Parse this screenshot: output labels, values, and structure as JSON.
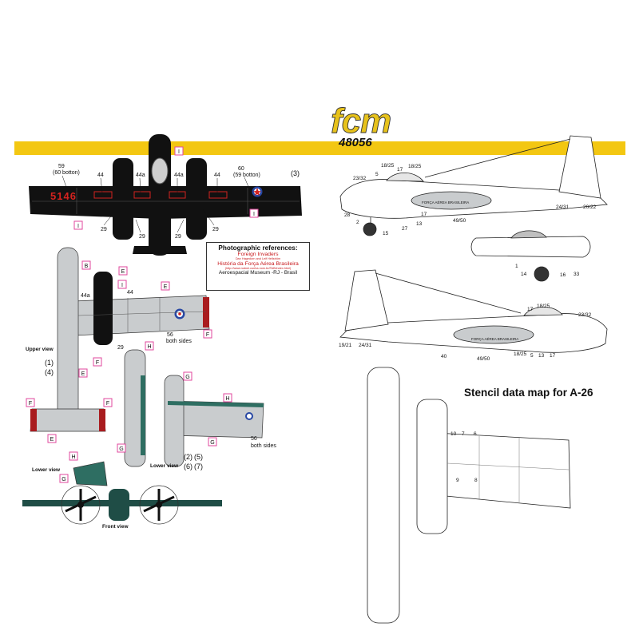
{
  "brand": {
    "logo_text": "fcm",
    "kit_number": "48056",
    "colors": {
      "logo_yellow": "#e7c21b",
      "band_yellow": "#f3c712",
      "outline": "#222222"
    }
  },
  "colors": {
    "black_scheme": "#111111",
    "serial_red": "#d4231f",
    "marker_pink": "#e0479d",
    "silver": "#c9ccce",
    "green_interior": "#2e6e62",
    "dark_green": "#1f4d46",
    "insignia_blue": "#2747a3"
  },
  "aircraft_codes": {
    "serial_number": "5146",
    "fuselage_inscription": "FORÇA AÉREA BRASILEIRA"
  },
  "references": {
    "title": "Photographic references:",
    "items": [
      {
        "text": "Foreign Invaders",
        "style": "red"
      },
      {
        "text": "Dan Hagedorn and Leif Hellström",
        "style": "small"
      },
      {
        "text": "História da Força Aérea Brasileira",
        "style": "red"
      },
      {
        "text": "(http://www.rudnei.cunha.nom.br/FAB/index.html)",
        "style": "small"
      },
      {
        "text": "Aeroespacial Museum -RJ - Brasil",
        "style": "black"
      }
    ]
  },
  "view_labels": {
    "upper_view": "Upper view",
    "lower_view_1": "Lower view",
    "lower_view_2": "Lower view",
    "front_view": "Front view"
  },
  "option_numbers": {
    "top": "3",
    "upper": [
      "1",
      "4"
    ],
    "lower": [
      "2",
      "5",
      "6",
      "7"
    ]
  },
  "stencil_title": "Stencil data map for A-26",
  "callouts": {
    "top_plane": {
      "left_wing_note_num": "59",
      "left_wing_note": "(60 botton)",
      "right_wing_note_num": "60",
      "right_wing_note": "(59 botton)",
      "n44_left": "44",
      "n44a_left": "44a",
      "n44a_right": "44a",
      "n44_right": "44",
      "n29_1": "29",
      "n29_2": "29",
      "n29_3": "29",
      "n29_4": "29"
    },
    "markers": {
      "I_top": "I",
      "I_left": "I",
      "I_right": "I",
      "I_mid": "I",
      "B": "B",
      "E_1": "E",
      "E_2": "E",
      "E_3": "E",
      "E_4": "E",
      "F_1": "F",
      "F_2": "F",
      "F_3": "F",
      "F_4": "F",
      "H_1": "H",
      "H_2": "H",
      "H_3": "H",
      "G_1": "G",
      "G_2": "G",
      "G_3": "G",
      "G_4": "G"
    },
    "upper_plane": {
      "n44a": "44a",
      "n44": "44",
      "n29": "29",
      "n56": "56",
      "both_sides": "both sides"
    },
    "lower_plane": {
      "n56": "56",
      "both_sides": "both sides"
    },
    "side_view_top": [
      "23/32",
      "18/25",
      "5",
      "17",
      "18/25",
      "28",
      "2",
      "15",
      "13",
      "17",
      "27",
      "49/50",
      "24/31",
      "20/22"
    ],
    "nacelle": [
      "1",
      "14",
      "16",
      "33"
    ],
    "side_view_bottom": [
      "17",
      "18/25",
      "23/32",
      "19/21",
      "24/31",
      "40",
      "49/50",
      "18/25",
      "5",
      "13",
      "17"
    ],
    "stencil_plan": [
      "10",
      "7",
      "6",
      "9",
      "8"
    ]
  }
}
